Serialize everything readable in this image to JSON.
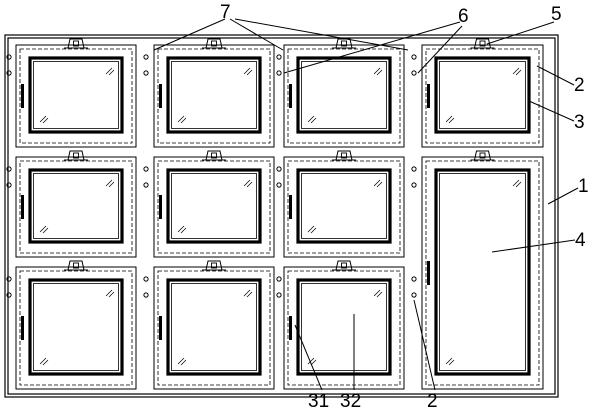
{
  "labels": {
    "l1": "1",
    "l2a": "2",
    "l2b": "2",
    "l3": "3",
    "l4": "4",
    "l5": "5",
    "l6": "6",
    "l7": "7",
    "l31": "31",
    "l32": "32"
  }
}
